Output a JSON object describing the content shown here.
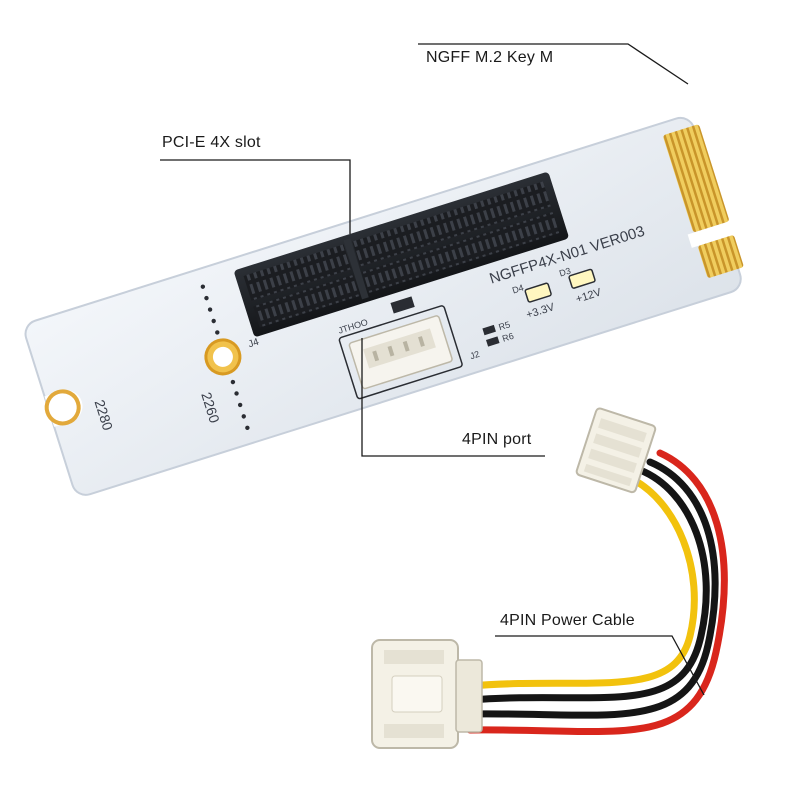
{
  "callouts": {
    "key_m": "NGFF M.2 Key M",
    "slot": "PCI-E 4X slot",
    "port": "4PIN port",
    "cable": "4PIN Power Cable"
  },
  "board": {
    "model": "NGFFP4X-N01 VER003",
    "len_2260": "2260",
    "len_2280": "2280",
    "j4": "J4",
    "j2": "J2",
    "d4": "D4",
    "d3": "D3",
    "v33": "+3.3V",
    "v12": "+12V",
    "r5": "R5",
    "r6": "R6",
    "port_silk": "JTHOO"
  },
  "colors": {
    "board": "#e9eef4",
    "board_edge": "#c7cfda",
    "slot": "#1d2024",
    "gold": "#d8a935",
    "wire_yellow": "#f2c20d",
    "wire_red": "#d9261c",
    "wire_black": "#151515",
    "connector": "#f4f1e6"
  }
}
